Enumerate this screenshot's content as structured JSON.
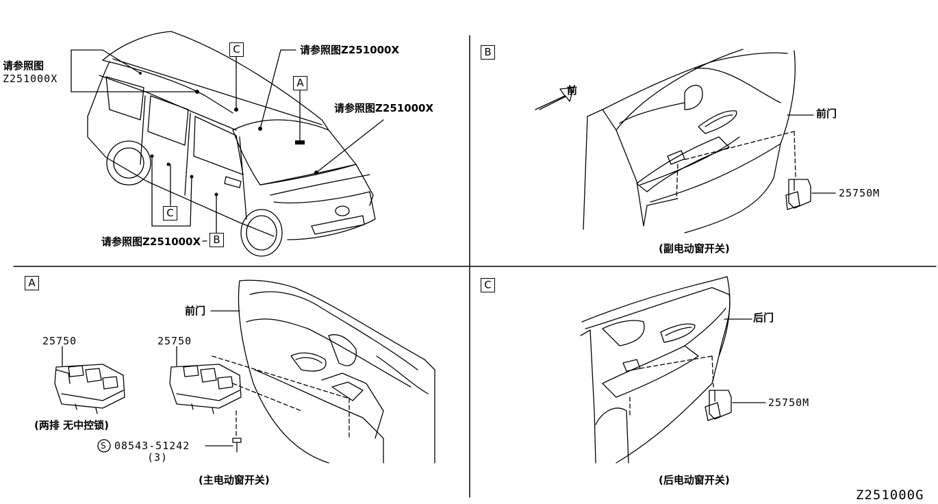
{
  "diagram_code": "Z251000G",
  "overview": {
    "ref_left": "请参照图",
    "ref_left_code": "Z251000X",
    "ref_top": "请参照图Z251000X",
    "ref_right": "请参照图Z251000X",
    "ref_bottom": "请参照图Z251000X",
    "callout_c_top": "C",
    "callout_a": "A",
    "callout_c_bottom": "C",
    "callout_b": "B"
  },
  "panel_b": {
    "tag": "B",
    "arrow_label": "前",
    "door_label": "前门",
    "part_number": "25750M",
    "caption": "(副电动窗开关)"
  },
  "panel_a": {
    "tag": "A",
    "door_label": "前门",
    "part_left": "25750",
    "part_right": "25750",
    "left_caption": "(两排 无中控锁)",
    "screw_symbol": "S",
    "screw_part": "08543-51242",
    "screw_qty": "(3)",
    "caption": "(主电动窗开关)"
  },
  "panel_c": {
    "tag": "C",
    "door_label": "后门",
    "part_number": "25750M",
    "caption": "(后电动窗开关)"
  }
}
